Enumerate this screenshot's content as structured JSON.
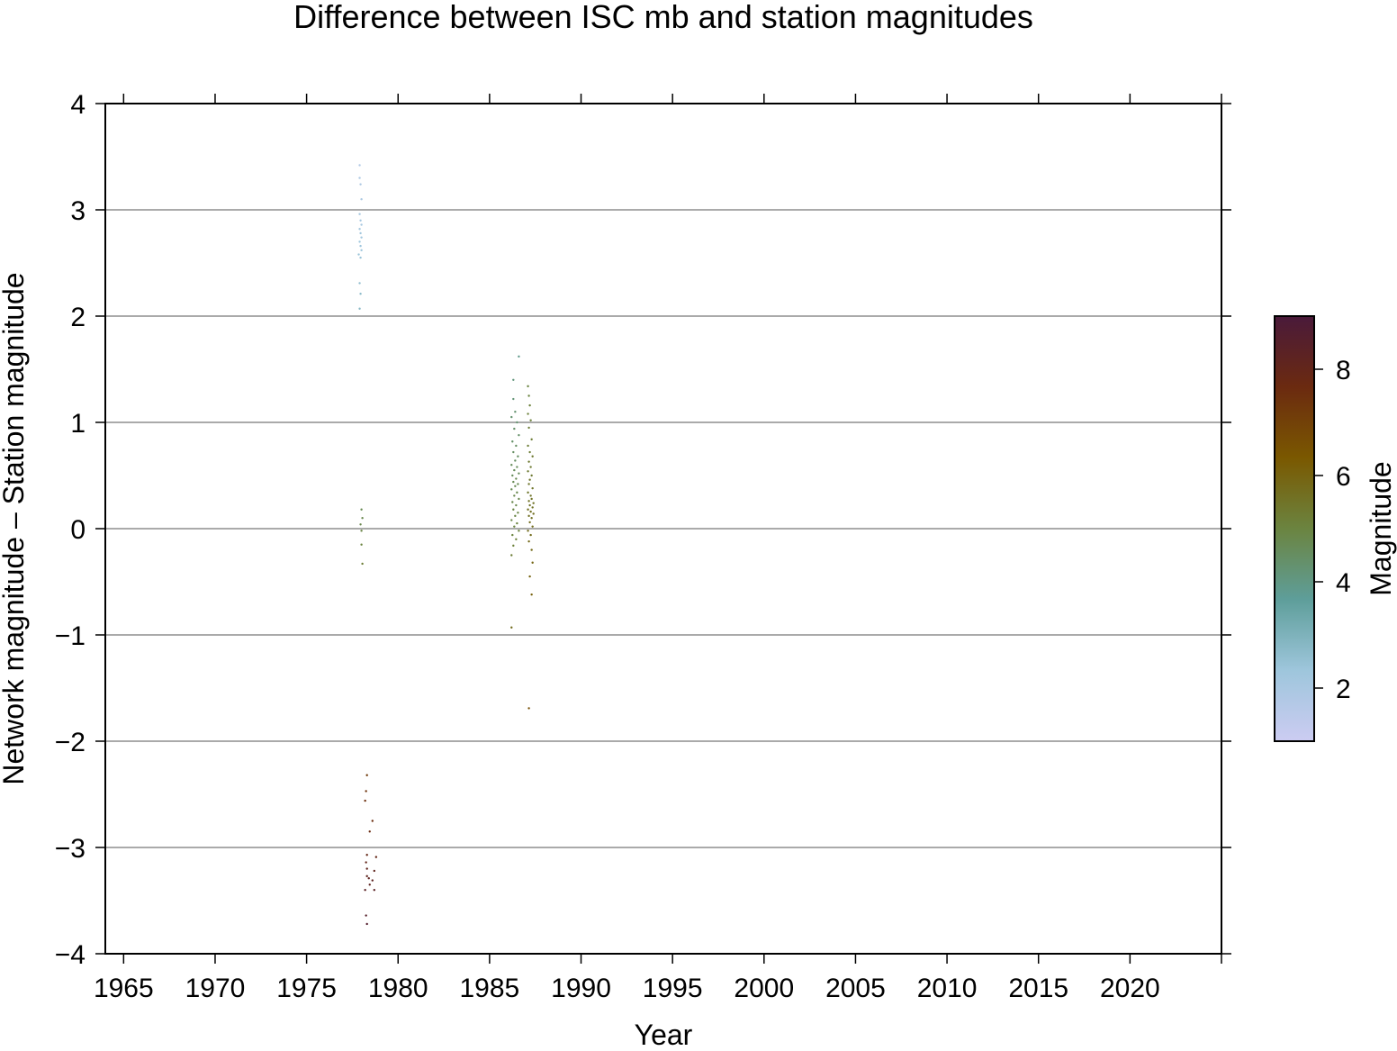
{
  "chart_data": {
    "type": "scatter",
    "title": "Difference between ISC mb and station magnitudes",
    "xlabel": "Year",
    "ylabel": "Network magnitude – Station magnitude",
    "xlim": [
      1964,
      2025
    ],
    "ylim": [
      -4,
      4
    ],
    "x_ticks": [
      1965,
      1970,
      1975,
      1980,
      1985,
      1990,
      1995,
      2000,
      2005,
      2010,
      2015,
      2020
    ],
    "x_tick_labels": [
      "1965",
      "1970",
      "1975",
      "1980",
      "1985",
      "1990",
      "1995",
      "2000",
      "2005",
      "2010",
      "2015",
      "2020"
    ],
    "y_ticks": [
      -4,
      -3,
      -2,
      -1,
      0,
      1,
      2,
      3,
      4
    ],
    "y_tick_labels": [
      "−4",
      "−3",
      "−2",
      "−1",
      "0",
      "1",
      "2",
      "3",
      "4"
    ],
    "grid": "horizontal",
    "colorbar": {
      "label": "Magnitude",
      "range": [
        1,
        9
      ],
      "ticks": [
        2,
        4,
        6,
        8
      ],
      "tick_labels": [
        "2",
        "4",
        "6",
        "8"
      ],
      "colors": [
        "#ccccf2",
        "#9ec6dc",
        "#5e9e9a",
        "#6b8440",
        "#7a5800",
        "#6b2a10",
        "#4a1a3a"
      ]
    },
    "series": [
      {
        "points": [
          [
            1977.9,
            3.42,
            1.8
          ],
          [
            1977.9,
            3.3,
            1.9
          ],
          [
            1977.95,
            3.24,
            1.9
          ],
          [
            1978.0,
            3.1,
            2.0
          ],
          [
            1977.9,
            2.96,
            2.1
          ],
          [
            1977.95,
            2.9,
            2.1
          ],
          [
            1978.0,
            2.86,
            2.1
          ],
          [
            1977.9,
            2.82,
            2.2
          ],
          [
            1977.95,
            2.78,
            2.2
          ],
          [
            1978.0,
            2.74,
            2.2
          ],
          [
            1977.9,
            2.7,
            2.3
          ],
          [
            1977.95,
            2.66,
            2.3
          ],
          [
            1978.0,
            2.62,
            2.3
          ],
          [
            1977.85,
            2.58,
            2.4
          ],
          [
            1977.95,
            2.55,
            2.4
          ],
          [
            1977.9,
            2.31,
            2.6
          ],
          [
            1977.95,
            2.21,
            2.7
          ],
          [
            1977.9,
            2.07,
            2.8
          ],
          [
            1978.0,
            0.18,
            4.7
          ],
          [
            1978.05,
            0.1,
            4.8
          ],
          [
            1977.95,
            0.04,
            4.8
          ],
          [
            1978.0,
            -0.02,
            4.9
          ],
          [
            1978.0,
            -0.15,
            5.0
          ],
          [
            1978.05,
            -0.33,
            5.2
          ],
          [
            1978.3,
            -2.32,
            7.2
          ],
          [
            1978.25,
            -2.47,
            7.4
          ],
          [
            1978.2,
            -2.56,
            7.5
          ],
          [
            1978.6,
            -2.75,
            7.6
          ],
          [
            1978.45,
            -2.85,
            7.7
          ],
          [
            1978.3,
            -3.07,
            7.9
          ],
          [
            1978.8,
            -3.09,
            7.9
          ],
          [
            1978.25,
            -3.14,
            8.0
          ],
          [
            1978.3,
            -3.2,
            8.1
          ],
          [
            1978.7,
            -3.22,
            8.1
          ],
          [
            1978.3,
            -3.27,
            8.1
          ],
          [
            1978.4,
            -3.29,
            8.2
          ],
          [
            1978.6,
            -3.31,
            8.2
          ],
          [
            1978.45,
            -3.35,
            8.2
          ],
          [
            1978.2,
            -3.4,
            8.3
          ],
          [
            1978.7,
            -3.4,
            8.3
          ],
          [
            1978.25,
            -3.64,
            8.5
          ],
          [
            1978.3,
            -3.72,
            8.6
          ],
          [
            1986.3,
            1.4,
            4.1
          ],
          [
            1986.3,
            1.22,
            4.2
          ],
          [
            1986.4,
            1.1,
            4.3
          ],
          [
            1986.2,
            1.05,
            4.3
          ],
          [
            1986.5,
            1.0,
            4.3
          ],
          [
            1986.35,
            0.94,
            4.4
          ],
          [
            1986.6,
            0.88,
            4.4
          ],
          [
            1986.25,
            0.82,
            4.4
          ],
          [
            1986.45,
            0.78,
            4.5
          ],
          [
            1986.3,
            0.72,
            4.5
          ],
          [
            1986.55,
            0.68,
            4.5
          ],
          [
            1986.4,
            0.64,
            4.5
          ],
          [
            1986.2,
            0.6,
            4.6
          ],
          [
            1986.5,
            0.58,
            4.6
          ],
          [
            1986.35,
            0.55,
            4.6
          ],
          [
            1986.6,
            0.52,
            4.6
          ],
          [
            1986.25,
            0.5,
            4.6
          ],
          [
            1986.45,
            0.47,
            4.7
          ],
          [
            1986.3,
            0.44,
            4.7
          ],
          [
            1986.55,
            0.42,
            4.7
          ],
          [
            1986.4,
            0.4,
            4.7
          ],
          [
            1986.2,
            0.37,
            4.7
          ],
          [
            1986.5,
            0.34,
            4.8
          ],
          [
            1986.35,
            0.31,
            4.8
          ],
          [
            1986.6,
            0.28,
            4.8
          ],
          [
            1986.25,
            0.25,
            4.8
          ],
          [
            1986.45,
            0.22,
            4.8
          ],
          [
            1986.3,
            0.18,
            4.9
          ],
          [
            1986.55,
            0.15,
            4.9
          ],
          [
            1986.4,
            0.12,
            4.9
          ],
          [
            1986.2,
            0.08,
            4.9
          ],
          [
            1986.5,
            0.05,
            5.0
          ],
          [
            1986.35,
            0.02,
            5.0
          ],
          [
            1986.6,
            -0.02,
            5.0
          ],
          [
            1986.25,
            -0.06,
            5.0
          ],
          [
            1986.45,
            -0.1,
            5.1
          ],
          [
            1986.3,
            -0.16,
            5.1
          ],
          [
            1986.2,
            -0.25,
            5.2
          ],
          [
            1986.6,
            1.62,
            3.9
          ],
          [
            1986.2,
            -0.93,
            5.7
          ],
          [
            1987.1,
            1.34,
            5.0
          ],
          [
            1987.15,
            1.25,
            5.0
          ],
          [
            1987.2,
            1.16,
            5.1
          ],
          [
            1987.1,
            1.08,
            5.1
          ],
          [
            1987.25,
            1.02,
            5.1
          ],
          [
            1987.15,
            0.95,
            5.2
          ],
          [
            1987.3,
            0.84,
            5.2
          ],
          [
            1987.1,
            0.78,
            5.2
          ],
          [
            1987.2,
            0.72,
            5.2
          ],
          [
            1987.35,
            0.68,
            5.3
          ],
          [
            1987.15,
            0.63,
            5.3
          ],
          [
            1987.25,
            0.58,
            5.3
          ],
          [
            1987.1,
            0.54,
            5.3
          ],
          [
            1987.3,
            0.5,
            5.3
          ],
          [
            1987.2,
            0.46,
            5.4
          ],
          [
            1987.15,
            0.42,
            5.4
          ],
          [
            1987.35,
            0.38,
            5.4
          ],
          [
            1987.1,
            0.34,
            5.4
          ],
          [
            1987.25,
            0.31,
            5.4
          ],
          [
            1987.3,
            0.28,
            5.5
          ],
          [
            1987.15,
            0.26,
            5.5
          ],
          [
            1987.4,
            0.24,
            5.5
          ],
          [
            1987.2,
            0.22,
            5.5
          ],
          [
            1987.35,
            0.2,
            5.5
          ],
          [
            1987.1,
            0.18,
            5.6
          ],
          [
            1987.25,
            0.16,
            5.6
          ],
          [
            1987.4,
            0.14,
            5.6
          ],
          [
            1987.15,
            0.12,
            5.6
          ],
          [
            1987.3,
            0.1,
            5.6
          ],
          [
            1987.2,
            0.06,
            5.7
          ],
          [
            1987.35,
            0.02,
            5.7
          ],
          [
            1987.1,
            -0.02,
            5.7
          ],
          [
            1987.25,
            -0.06,
            5.7
          ],
          [
            1987.15,
            -0.12,
            5.8
          ],
          [
            1987.3,
            -0.2,
            5.8
          ],
          [
            1987.35,
            -0.32,
            5.9
          ],
          [
            1987.2,
            -0.45,
            6.0
          ],
          [
            1987.3,
            -0.62,
            6.1
          ],
          [
            1987.15,
            -1.69,
            6.6
          ]
        ]
      }
    ]
  }
}
